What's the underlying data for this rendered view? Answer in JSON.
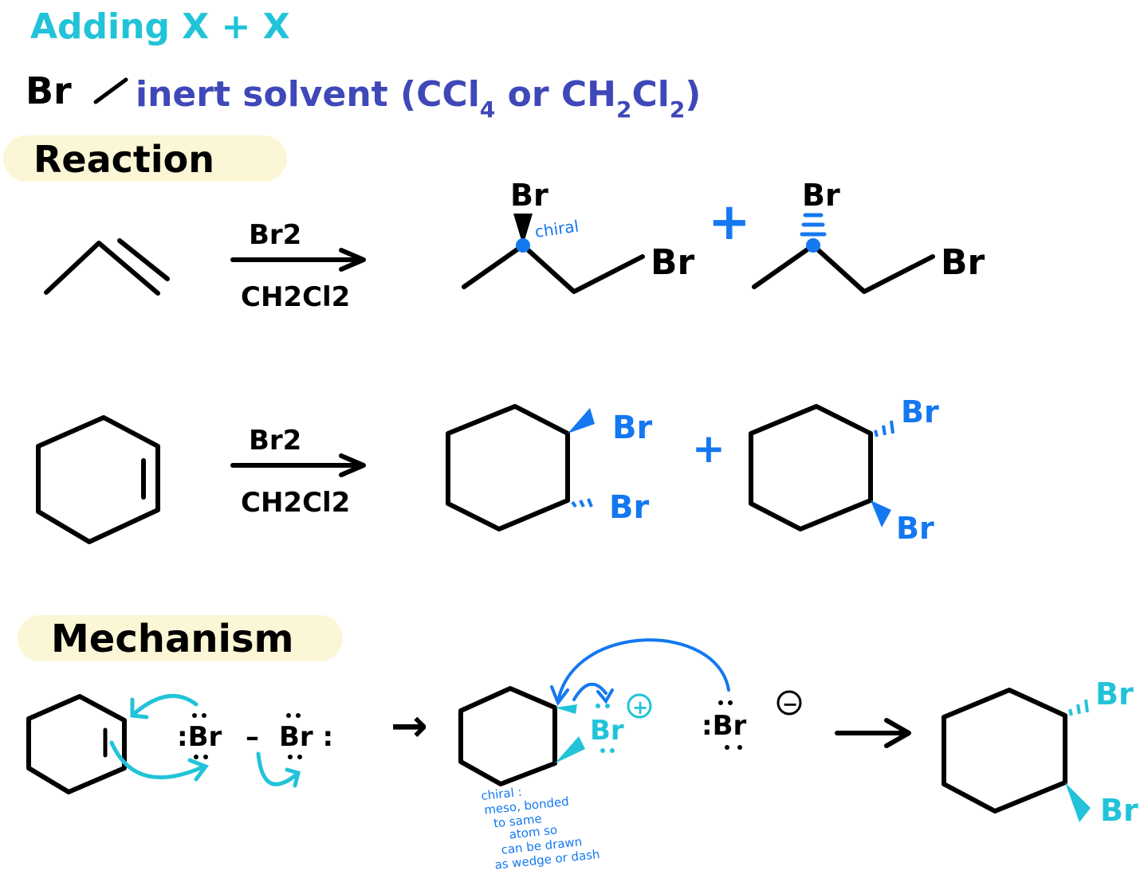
{
  "header": {
    "title": "Adding X + X",
    "reagent_br": "Br",
    "solvent": "inert solvent (CCl",
    "solvent_sub": "4",
    "solvent_or": " or CH",
    "solvent_sub2": "2",
    "solvent_cl": "Cl",
    "solvent_sub3": "2",
    "solvent_close": ")"
  },
  "sections": {
    "reaction": "Reaction",
    "mechanism": "Mechanism"
  },
  "reaction1": {
    "reagent": "Br2",
    "solvent": "CH2Cl2",
    "product1_br_top": "Br",
    "product1_br_end": "Br",
    "chiral_note": "chiral",
    "plus": "+",
    "product2_br_top": "Br",
    "product2_br_end": "Br"
  },
  "reaction2": {
    "reagent": "Br2",
    "solvent": "CH2Cl2",
    "product1_br_top": "Br",
    "product1_br_bottom": "Br",
    "plus": "+",
    "product2_br_top": "Br",
    "product2_br_bottom": "Br"
  },
  "mechanism": {
    "br_left": ":Br",
    "br_dash": "–",
    "br_right": "Br :",
    "arrow1": "→",
    "bromonium_br": "Br",
    "bromonium_charge": "+",
    "bromide": ":Br",
    "bromide_charge": "−",
    "arrow2": "→",
    "product_br_top": "Br",
    "product_br_bottom": "Br",
    "note_lines": [
      "chiral :",
      "meso, bonded",
      "to same",
      "atom so",
      "can be drawn",
      "as wedge or dash"
    ]
  },
  "colors": {
    "cyan": "#22c3d8",
    "indigo": "#3f48b8",
    "blue": "#1478f0",
    "highlight": "#fbf6d5",
    "ink": "#000000"
  }
}
